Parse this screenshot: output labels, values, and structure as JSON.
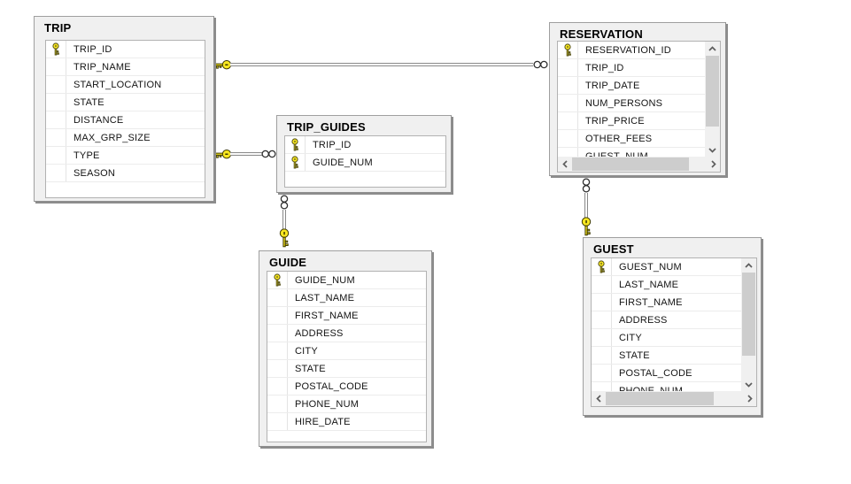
{
  "diagram": {
    "tables": [
      {
        "name": "TRIP",
        "columns": [
          {
            "name": "TRIP_ID",
            "pk": true
          },
          {
            "name": "TRIP_NAME",
            "pk": false
          },
          {
            "name": "START_LOCATION",
            "pk": false
          },
          {
            "name": "STATE",
            "pk": false
          },
          {
            "name": "DISTANCE",
            "pk": false
          },
          {
            "name": "MAX_GRP_SIZE",
            "pk": false
          },
          {
            "name": "TYPE",
            "pk": false
          },
          {
            "name": "SEASON",
            "pk": false
          }
        ]
      },
      {
        "name": "TRIP_GUIDES",
        "columns": [
          {
            "name": "TRIP_ID",
            "pk": true
          },
          {
            "name": "GUIDE_NUM",
            "pk": true
          }
        ]
      },
      {
        "name": "RESERVATION",
        "columns": [
          {
            "name": "RESERVATION_ID",
            "pk": true
          },
          {
            "name": "TRIP_ID",
            "pk": false
          },
          {
            "name": "TRIP_DATE",
            "pk": false
          },
          {
            "name": "NUM_PERSONS",
            "pk": false
          },
          {
            "name": "TRIP_PRICE",
            "pk": false
          },
          {
            "name": "OTHER_FEES",
            "pk": false
          },
          {
            "name": "GUEST_NUM",
            "pk": false
          }
        ]
      },
      {
        "name": "GUIDE",
        "columns": [
          {
            "name": "GUIDE_NUM",
            "pk": true
          },
          {
            "name": "LAST_NAME",
            "pk": false
          },
          {
            "name": "FIRST_NAME",
            "pk": false
          },
          {
            "name": "ADDRESS",
            "pk": false
          },
          {
            "name": "CITY",
            "pk": false
          },
          {
            "name": "STATE",
            "pk": false
          },
          {
            "name": "POSTAL_CODE",
            "pk": false
          },
          {
            "name": "PHONE_NUM",
            "pk": false
          },
          {
            "name": "HIRE_DATE",
            "pk": false
          }
        ]
      },
      {
        "name": "GUEST",
        "columns": [
          {
            "name": "GUEST_NUM",
            "pk": true
          },
          {
            "name": "LAST_NAME",
            "pk": false
          },
          {
            "name": "FIRST_NAME",
            "pk": false
          },
          {
            "name": "ADDRESS",
            "pk": false
          },
          {
            "name": "CITY",
            "pk": false
          },
          {
            "name": "STATE",
            "pk": false
          },
          {
            "name": "POSTAL_CODE",
            "pk": false
          },
          {
            "name": "PHONE_NUM",
            "pk": false
          }
        ]
      }
    ],
    "relationships": [
      {
        "one_side": "TRIP",
        "many_side": "RESERVATION",
        "one_symbol": "key",
        "many_symbol": "infinity"
      },
      {
        "one_side": "TRIP",
        "many_side": "TRIP_GUIDES",
        "one_symbol": "key",
        "many_symbol": "infinity"
      },
      {
        "one_side": "GUIDE",
        "many_side": "TRIP_GUIDES",
        "one_symbol": "key",
        "many_symbol": "infinity"
      },
      {
        "one_side": "GUEST",
        "many_side": "RESERVATION",
        "one_symbol": "key",
        "many_symbol": "infinity"
      }
    ],
    "colors": {
      "canvas_bg": "#ffffff",
      "window_bg": "#f0f0f0",
      "window_border": "#9f9f9f",
      "grid_border": "#b2b2b2",
      "key_icon": "#f8e720",
      "scrollbar_thumb": "#cdcdcd",
      "connector_line": "#8a8a8a"
    }
  }
}
